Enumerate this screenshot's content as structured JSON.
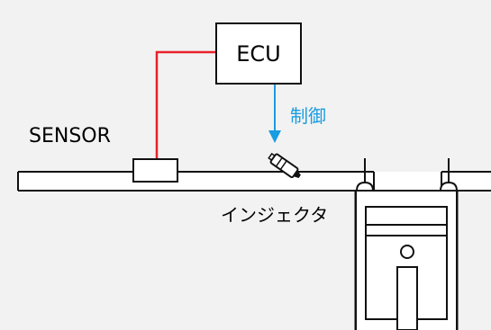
{
  "labels": {
    "ecu": "ECU",
    "sensor": "SENSOR",
    "control": "制御",
    "injector": "インジェクタ"
  },
  "colors": {
    "background": "#f2f2f2",
    "line": "#111111",
    "sensor_wire": "#e8202a",
    "control_arrow": "#1a9ce0"
  }
}
